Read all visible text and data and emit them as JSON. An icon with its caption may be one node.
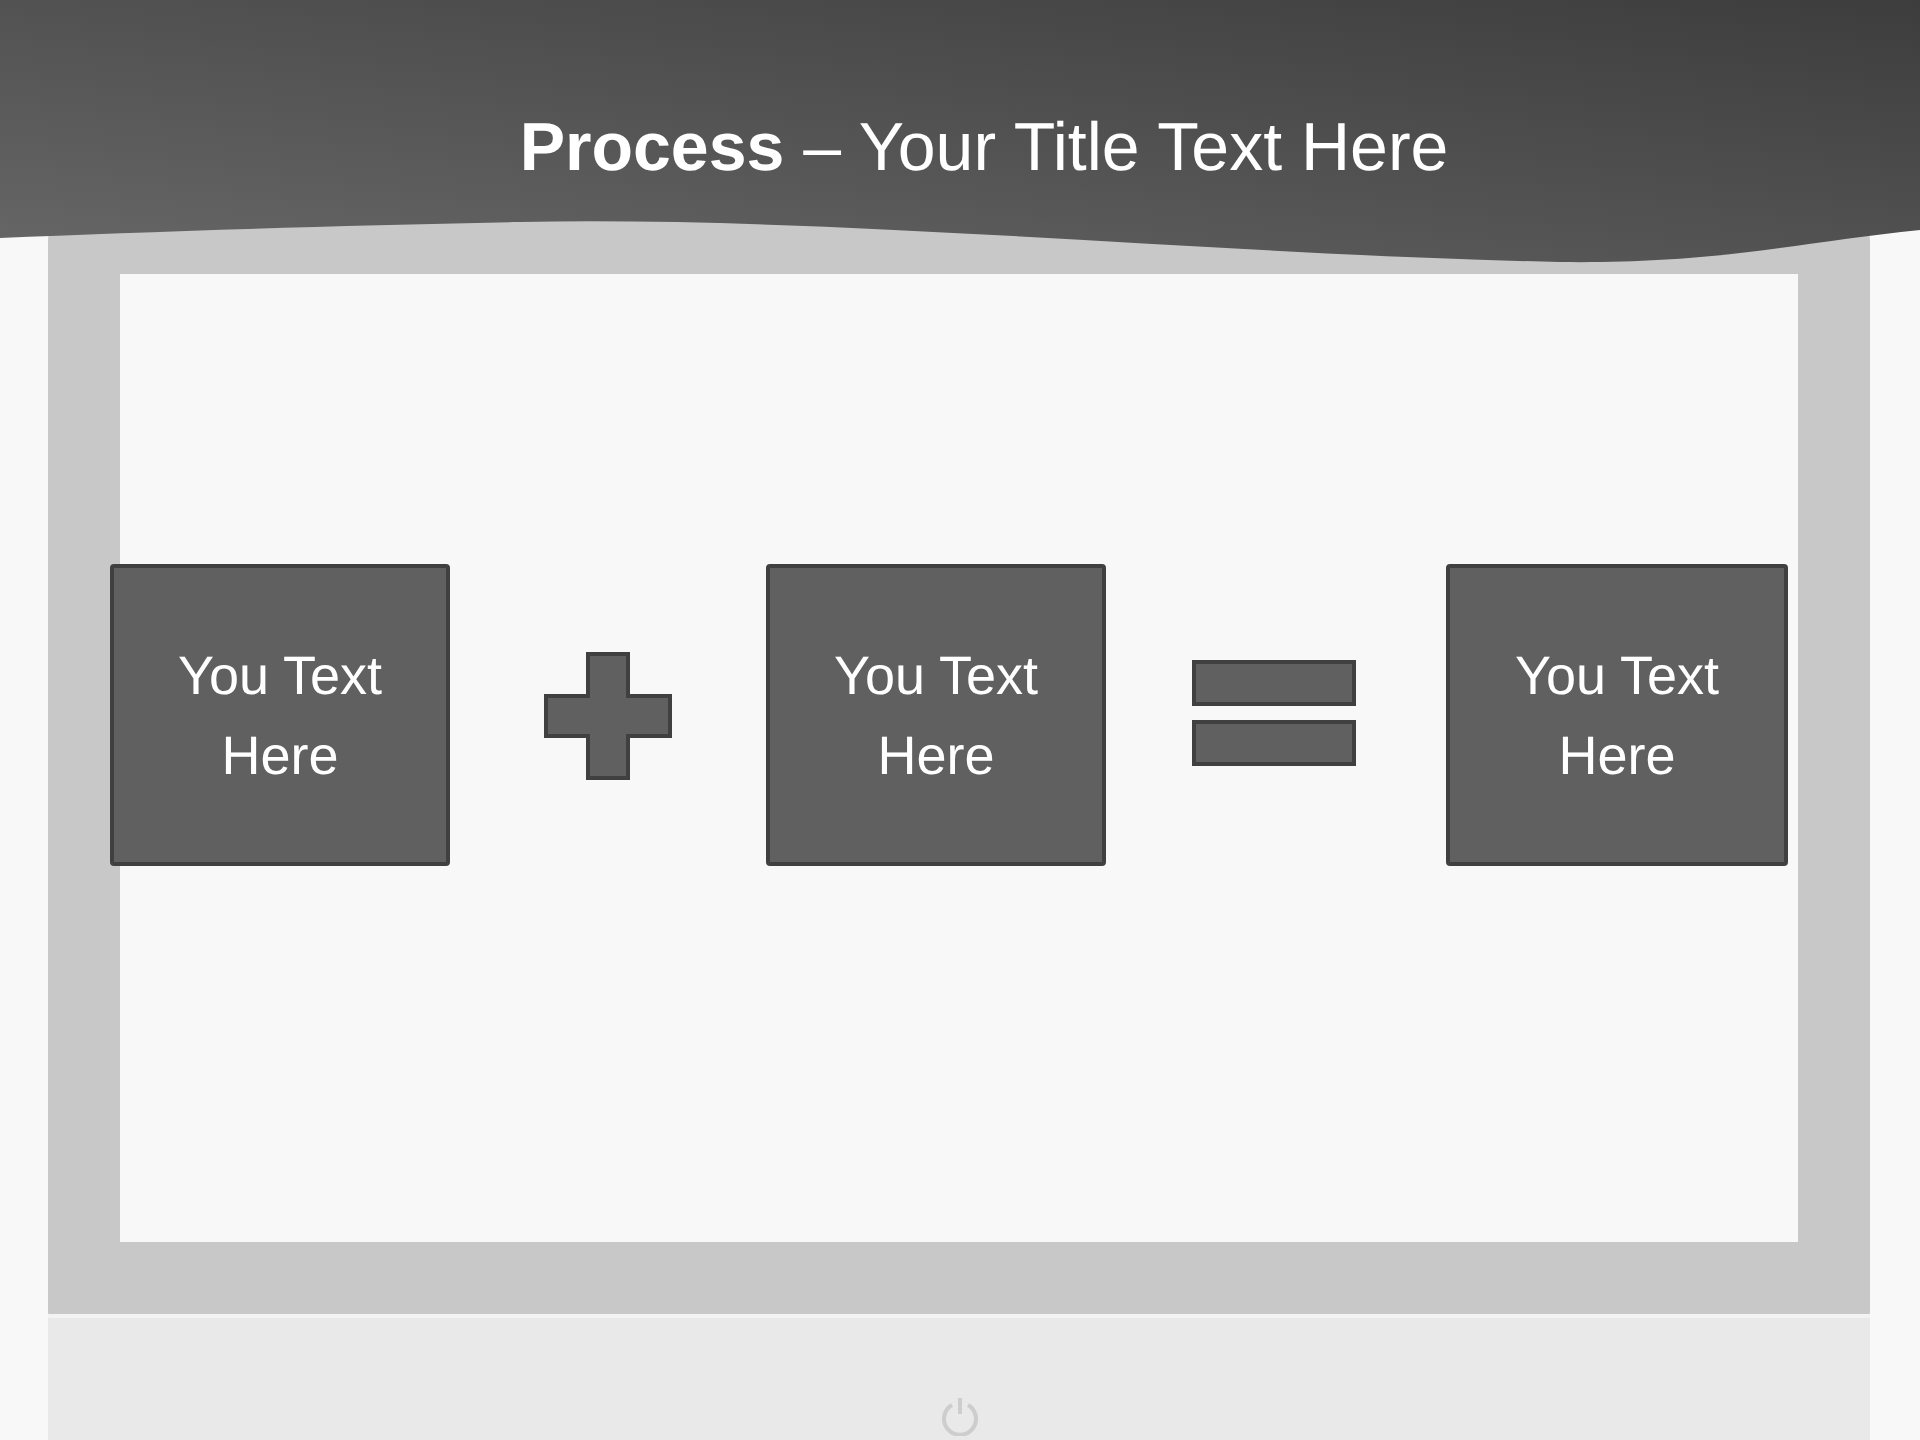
{
  "diagram": {
    "title": "**Process** – Your Title Text Here",
    "nodes": [
      {
        "text": [
          "You Text Here"
        ]
      },
      {
        "text": [],
        "shape": "plus"
      },
      {
        "text": [
          "You Text Here"
        ]
      },
      {
        "text": [],
        "shape": "equals"
      },
      {
        "text": [
          "You Text Here"
        ]
      }
    ],
    "edges": []
  }
}
